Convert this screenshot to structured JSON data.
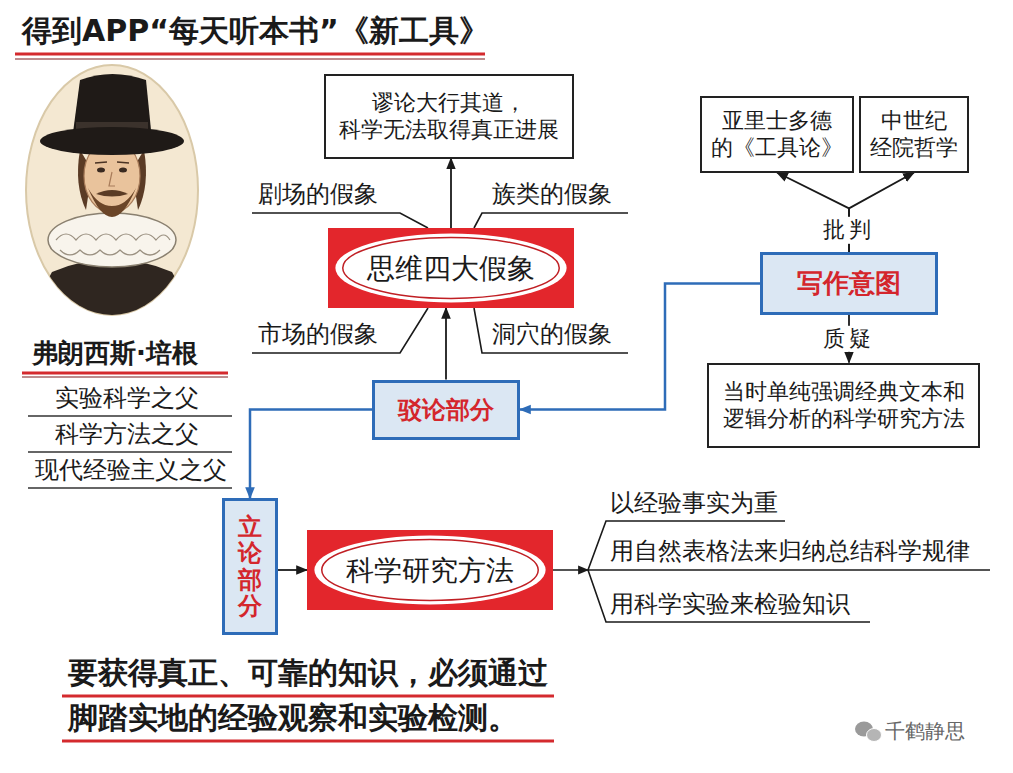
{
  "diagram": {
    "title": "得到APP“每天听本书”《新工具》",
    "caption": "要获得真正、可靠的知识，必须通过 脚踏实地的经验观察和实验检测。",
    "nodes": [
      {
        "text": [
          "谬论大行其道， 科学无法取得真正进展"
        ]
      },
      {
        "text": [
          "思维四大假象"
        ]
      },
      {
        "text": [
          "亚里士多德 的《工具论》"
        ]
      },
      {
        "text": [
          "中世纪 经院哲学"
        ]
      },
      {
        "text": [
          "写作意图"
        ]
      },
      {
        "text": [
          "当时单纯强调经典文本和 逻辑分析的科学研究方法"
        ]
      },
      {
        "text": [
          "驳论部分"
        ]
      },
      {
        "text": [
          "立论部分"
        ]
      },
      {
        "text": [
          "科学研究方法"
        ]
      }
    ],
    "edges": [
      {
        "from": 1,
        "to": 0,
        "arrow": "to"
      },
      {
        "from": 4,
        "to": 2,
        "arrow": "to",
        "label": "批判"
      },
      {
        "from": 4,
        "to": 3,
        "arrow": "to"
      },
      {
        "from": 4,
        "to": 5,
        "arrow": "to",
        "label": "质疑"
      },
      {
        "from": 4,
        "to": 6,
        "arrow": "to"
      },
      {
        "from": 6,
        "to": 1,
        "arrow": "to"
      },
      {
        "from": 6,
        "to": 7,
        "arrow": "to"
      },
      {
        "from": 7,
        "to": 8,
        "arrow": "to"
      }
    ],
    "labels": [
      "弗朗西斯·培根",
      "实验科学之父",
      "科学方法之父",
      "现代经验主义之父",
      "剧场的假象",
      "族类的假象",
      "市场的假象",
      "洞穴的假象",
      "以经验事实为重",
      "用自然表格法来归纳总结科学规律",
      "用科学实验来检验知识",
      "千鹤静思"
    ]
  }
}
